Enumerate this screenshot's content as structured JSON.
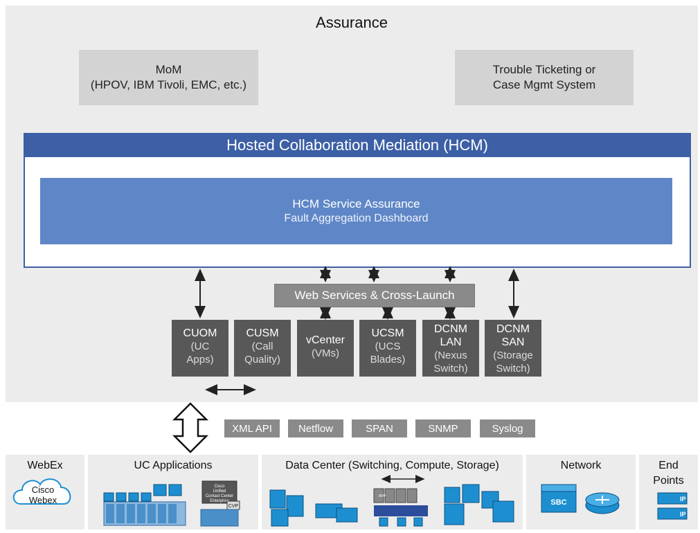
{
  "assurance": {
    "title": "Assurance",
    "mom": {
      "line1": "MoM",
      "line2": "(HPOV, IBM Tivoli, EMC, etc.)"
    },
    "trouble": {
      "line1": "Trouble Ticketing or",
      "line2": "Case Mgmt System"
    }
  },
  "hcm": {
    "title": "Hosted Collaboration Mediation (HCM)",
    "service_assurance": {
      "line1": "HCM Service Assurance",
      "line2": "Fault Aggregation Dashboard"
    },
    "web_services": "Web Services & Cross-Launch"
  },
  "tools": [
    {
      "name": "CUOM",
      "sub1": "(UC",
      "sub2": "Apps)"
    },
    {
      "name": "CUSM",
      "sub1": "(Call",
      "sub2": "Quality)"
    },
    {
      "name": "vCenter",
      "sub1": "(VMs)",
      "sub2": ""
    },
    {
      "name": "UCSM",
      "sub1": "(UCS",
      "sub2": "Blades)"
    },
    {
      "name": "DCNM",
      "name2": "LAN",
      "sub1": "(Nexus",
      "sub2": "Switch)"
    },
    {
      "name": "DCNM",
      "name2": "SAN",
      "sub1": "(Storage",
      "sub2": "Switch)"
    }
  ],
  "protocols": [
    "XML API",
    "Netflow",
    "SPAN",
    "SNMP",
    "Syslog"
  ],
  "categories": {
    "webex": {
      "label": "WebEx",
      "cloud_line1": "Cisco",
      "cloud_line2": "Webex"
    },
    "uc": {
      "label": "UC Applications",
      "server_line1": "Cisco",
      "server_line2": "Unified",
      "server_line3": "Contact Center",
      "server_line4": "Enterprise",
      "cvp": "CVP"
    },
    "dc": {
      "label": "Data Center (Switching, Compute, Storage)",
      "app_label": "APP"
    },
    "network": {
      "label": "Network",
      "sbc": "SBC"
    },
    "endpoints": {
      "label1": "End",
      "label2": "Points",
      "ip": "IP"
    }
  },
  "colors": {
    "hcm_blue": "#3c5fa5",
    "sa_blue": "#5f87c7",
    "tool_grey": "#585858",
    "device_blue": "#1d8fd0"
  }
}
